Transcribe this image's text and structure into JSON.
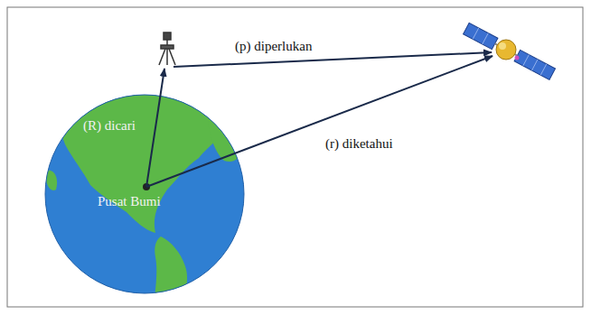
{
  "diagram": {
    "labels": [
      "(p) diperlukan",
      "(R) dicari",
      "Pusat Bumi",
      "(r) diketahui"
    ]
  }
}
